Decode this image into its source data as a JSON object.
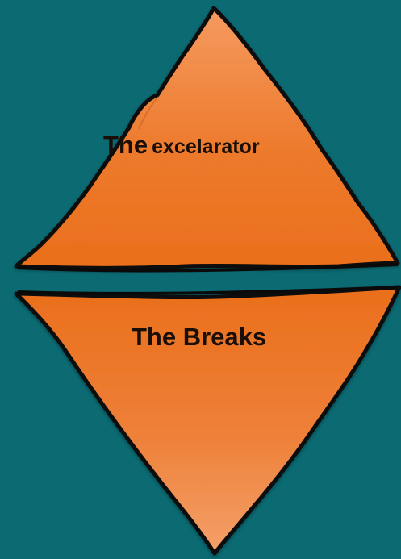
{
  "colors": {
    "background": "#0b6a72",
    "shape_fill": "#ec7526",
    "shape_fill_light": "#f19a62",
    "outline": "#0a0a0a",
    "text": "#1a0f08"
  },
  "top_shape": {
    "label_word1": "The",
    "label_word2": "excelarator"
  },
  "bottom_shape": {
    "label": "The Breaks"
  }
}
